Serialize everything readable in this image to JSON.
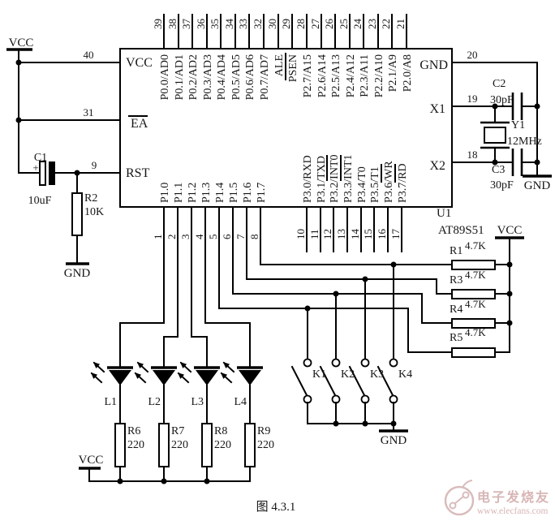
{
  "power": {
    "vcc": "VCC",
    "gnd": "GND"
  },
  "ic": {
    "ref": "U1",
    "part": "AT89S51",
    "left_pins": [
      {
        "num": "40",
        "label": "VCC"
      },
      {
        "num": "31",
        "label": "EA"
      },
      {
        "num": "9",
        "label": "RST"
      }
    ],
    "right_pins": [
      {
        "num": "20",
        "label": "GND"
      },
      {
        "num": "19",
        "label": "X1"
      },
      {
        "num": "18",
        "label": "X2"
      }
    ],
    "top_pins": [
      {
        "num": "39",
        "label": "P0.0/AD0"
      },
      {
        "num": "38",
        "label": "P0.1/AD1"
      },
      {
        "num": "37",
        "label": "P0.2/AD2"
      },
      {
        "num": "36",
        "label": "P0.3/AD3"
      },
      {
        "num": "35",
        "label": "P0.4/AD4"
      },
      {
        "num": "34",
        "label": "P0.5/AD5"
      },
      {
        "num": "33",
        "label": "P0.6/AD6"
      },
      {
        "num": "32",
        "label": "P0.7/AD7"
      },
      {
        "num": "30",
        "label": "ALE"
      },
      {
        "num": "29",
        "label": "PSEN"
      },
      {
        "num": "28",
        "label": "P2.7/A15"
      },
      {
        "num": "27",
        "label": "P2.6/A14"
      },
      {
        "num": "26",
        "label": "P2.5/A13"
      },
      {
        "num": "25",
        "label": "P2.4/A12"
      },
      {
        "num": "24",
        "label": "P2.3/A11"
      },
      {
        "num": "23",
        "label": "P2.2/A10"
      },
      {
        "num": "22",
        "label": "P2.1/A9"
      },
      {
        "num": "21",
        "label": "P2.0/A8"
      }
    ],
    "bottom_pins": [
      {
        "num": "1",
        "label": "P1.0"
      },
      {
        "num": "2",
        "label": "P1.1"
      },
      {
        "num": "3",
        "label": "P1.2"
      },
      {
        "num": "4",
        "label": "P1.3"
      },
      {
        "num": "5",
        "label": "P1.4"
      },
      {
        "num": "6",
        "label": "P1.5"
      },
      {
        "num": "7",
        "label": "P1.6"
      },
      {
        "num": "8",
        "label": "P1.7"
      },
      {
        "num": "10",
        "label": "P3.0/RXD"
      },
      {
        "num": "11",
        "label": "P3.1/TXD"
      },
      {
        "num": "12",
        "label": "P3.2/INT0"
      },
      {
        "num": "13",
        "label": "P3.3/INT1"
      },
      {
        "num": "14",
        "label": "P3.4/T0"
      },
      {
        "num": "15",
        "label": "P3.5/T1"
      },
      {
        "num": "16",
        "label": "P3.6/WR"
      },
      {
        "num": "17",
        "label": "P3.7/RD"
      }
    ]
  },
  "reset": {
    "c1_ref": "C1",
    "c1_value": "10uF",
    "c1_plus": "+",
    "r2_ref": "R2",
    "r2_value": "10K"
  },
  "oscillator": {
    "c2_ref": "C2",
    "c2_value": "30pF",
    "c3_ref": "C3",
    "c3_value": "30pF",
    "y1_ref": "Y1",
    "y1_value": "12MHz"
  },
  "pullups": [
    {
      "ref": "R1",
      "value": "4.7K"
    },
    {
      "ref": "R3",
      "value": "4.7K"
    },
    {
      "ref": "R4",
      "value": "4.7K"
    },
    {
      "ref": "R5",
      "value": "4.7K"
    }
  ],
  "leds": [
    {
      "ref": "L1"
    },
    {
      "ref": "L2"
    },
    {
      "ref": "L3"
    },
    {
      "ref": "L4"
    }
  ],
  "led_resistors": [
    {
      "ref": "R6",
      "value": "220"
    },
    {
      "ref": "R7",
      "value": "220"
    },
    {
      "ref": "R8",
      "value": "220"
    },
    {
      "ref": "R9",
      "value": "220"
    }
  ],
  "switches": [
    {
      "ref": "K1"
    },
    {
      "ref": "K2"
    },
    {
      "ref": "K3"
    },
    {
      "ref": "K4"
    }
  ],
  "caption": "图 4.3.1",
  "watermark": {
    "brand": "电子发烧友",
    "url": "www.elecfans.com"
  }
}
